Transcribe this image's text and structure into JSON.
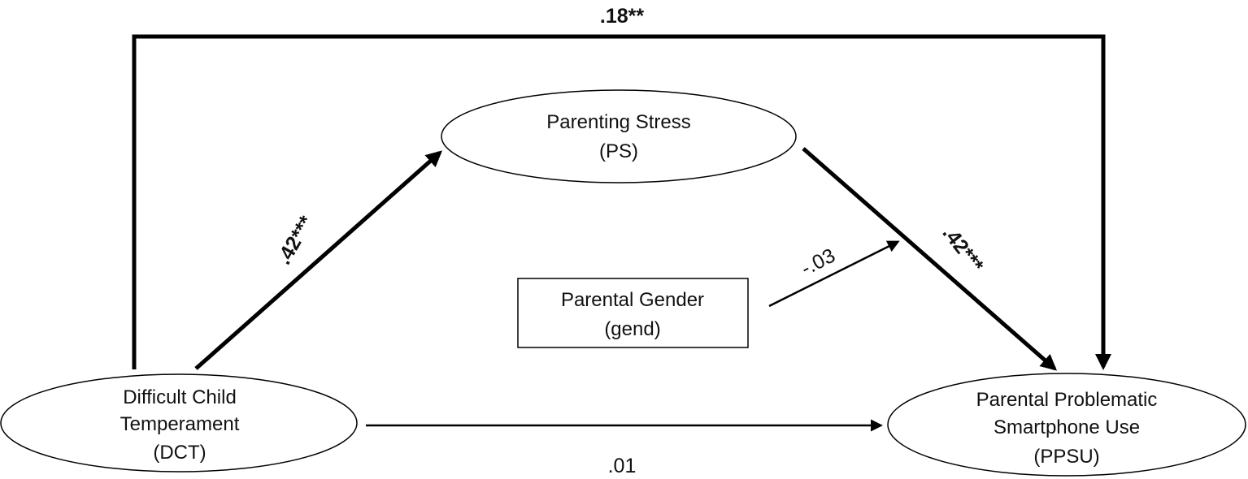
{
  "nodes": {
    "ps": {
      "line1": "Parenting Stress",
      "line2": "(PS)"
    },
    "gend": {
      "line1": "Parental Gender",
      "line2": "(gend)"
    },
    "dct": {
      "line1": "Difficult Child",
      "line2": "Temperament",
      "line3": "(DCT)"
    },
    "ppsu": {
      "line1": "Parental Problematic",
      "line2": "Smartphone Use",
      "line3": "(PPSU)"
    }
  },
  "paths": {
    "dct_to_ppsu_total": ".18**",
    "dct_to_ps": ".42***",
    "ps_to_ppsu": ".42***",
    "gend_moderation": "-.03",
    "dct_to_ppsu_direct": ".01"
  },
  "colors": {
    "line": "#000000",
    "text": "#111111",
    "background": "#ffffff"
  }
}
